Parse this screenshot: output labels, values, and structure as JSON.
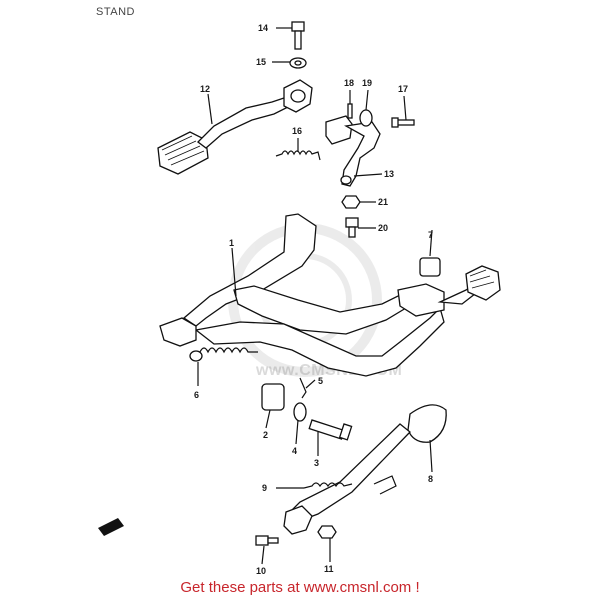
{
  "title": "STAND",
  "watermark": "www.CMSNL.COM",
  "footer": "Get these parts at www.cmsnl.com !",
  "callouts": [
    "1",
    "2",
    "3",
    "4",
    "5",
    "6",
    "7",
    "8",
    "9",
    "10",
    "11",
    "12",
    "13",
    "14",
    "15",
    "16",
    "17",
    "18",
    "19",
    "20",
    "21"
  ],
  "colors": {
    "footer": "#c8262c",
    "ink": "#111111",
    "watermark": "#dadada"
  }
}
